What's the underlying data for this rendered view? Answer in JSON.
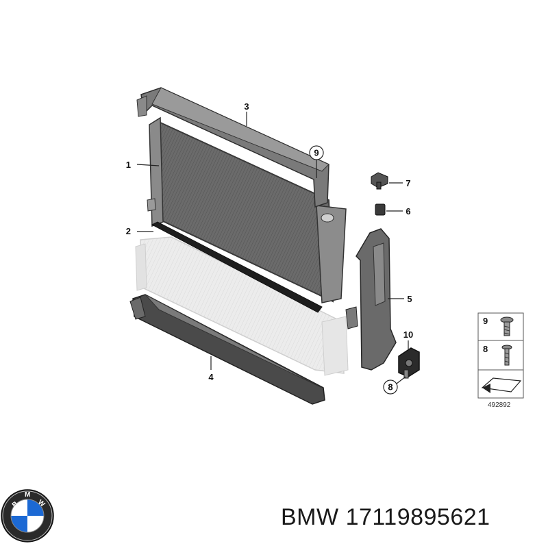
{
  "diagram": {
    "callouts": [
      {
        "id": "p1",
        "label": "1"
      },
      {
        "id": "p2",
        "label": "2"
      },
      {
        "id": "p3",
        "label": "3"
      },
      {
        "id": "p4",
        "label": "4"
      },
      {
        "id": "p5",
        "label": "5"
      },
      {
        "id": "p6",
        "label": "6"
      },
      {
        "id": "p7",
        "label": "7"
      },
      {
        "id": "p8",
        "label": "8"
      },
      {
        "id": "p9",
        "label": "9"
      },
      {
        "id": "p10",
        "label": "10"
      }
    ],
    "legend": [
      {
        "label": "9"
      },
      {
        "label": "8"
      }
    ],
    "diagram_number": "492892"
  },
  "footer": {
    "brand": "BMW",
    "part_number": "17119895621",
    "logo_letters": "BMW"
  },
  "colors": {
    "logo_blue": "#1c69d4",
    "logo_ring": "#2a2a2a",
    "part_gray": "#6f6f6f",
    "ghost_gray": "#e6e6e6"
  }
}
